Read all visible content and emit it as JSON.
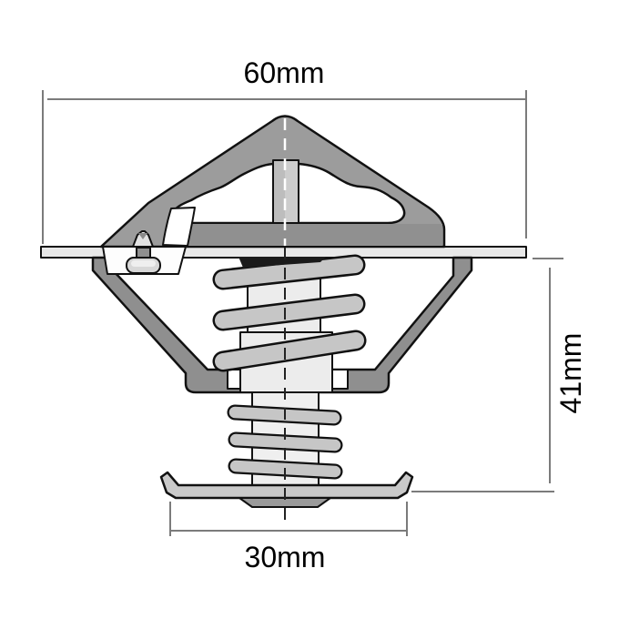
{
  "diagram": {
    "subject": "thermostat-cross-section",
    "dimensions": {
      "top_width": "60mm",
      "side_height": "41mm",
      "bottom_width": "30mm"
    },
    "colors": {
      "background": "#ffffff",
      "outline": "#111111",
      "bridge_gray": "#9c9c9c",
      "base_band_gray": "#909090",
      "cage_gray": "#8f8f8f",
      "flange_light": "#e8e8e8",
      "shaft_light": "#ececec",
      "spring_gray": "#c6c6c6",
      "piston_column_gray": "#cdcdcd",
      "plate_gray": "#c9c9c9",
      "disc_gray": "#9a9a9a",
      "dimension_line_gray": "#7b7b7b",
      "text": "#000000"
    }
  }
}
